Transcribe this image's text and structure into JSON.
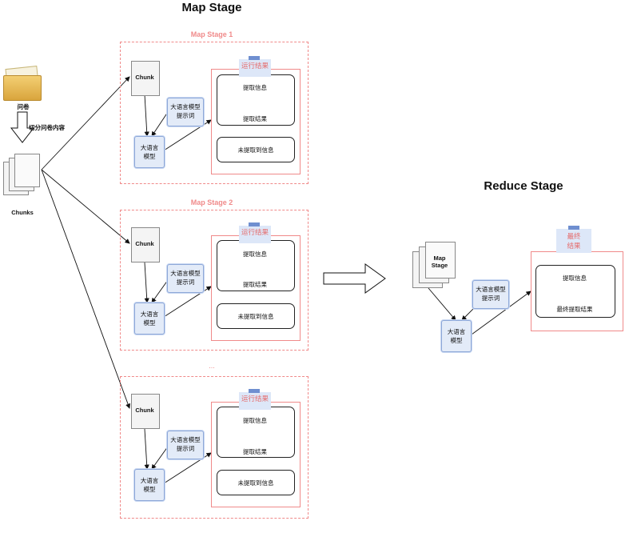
{
  "titles": {
    "map_stage": "Map Stage",
    "reduce_stage": "Reduce Stage"
  },
  "input": {
    "folder_label": "问卷",
    "split_label": "切分问卷内容",
    "chunks_label": "Chunks"
  },
  "map_stages": [
    {
      "title": "Map Stage 1",
      "chunk": "Chunk",
      "prompt": "大语言模型\n提示词",
      "llm": "大语言\n模型",
      "result_note": "运行结果",
      "extract_info": "提取信息",
      "extract_result": "提取结果",
      "not_extracted": "未提取到信息"
    },
    {
      "title": "Map Stage 2",
      "chunk": "Chunk",
      "prompt": "大语言模型\n提示词",
      "llm": "大语言\n模型",
      "result_note": "运行结果",
      "extract_info": "提取信息",
      "extract_result": "提取结果",
      "not_extracted": "未提取到信息"
    },
    {
      "title": "",
      "chunk": "Chunk",
      "prompt": "大语言模型\n提示词",
      "llm": "大语言\n模型",
      "result_note": "运行结果",
      "extract_info": "提取信息",
      "extract_result": "提取结果",
      "not_extracted": "未提取到信息"
    }
  ],
  "ellipsis": "...",
  "reduce": {
    "input_doc": "Map\nStage",
    "prompt": "大语言模型\n提示词",
    "llm": "大语言\n模型",
    "final_note": "最终\n结果",
    "extract_info": "提取信息",
    "final_result": "最终提取结果"
  }
}
